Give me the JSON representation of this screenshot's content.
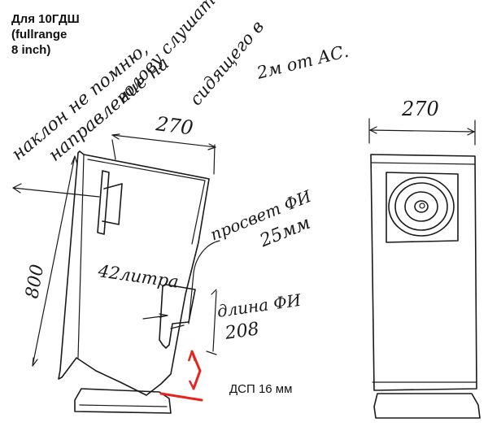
{
  "title": {
    "line1": "Для 10ГДШ",
    "line2": "(fullrange",
    "line3": "8 inch)"
  },
  "annotations": {
    "tilt_note": [
      "наклон не помню,",
      "направление на",
      "голову слушателя,",
      "сидящего в",
      "2м от АС."
    ],
    "port_gap": [
      "просвет ФИ",
      "25мм"
    ],
    "port_length": [
      "длина ФИ",
      "208"
    ],
    "volume": "42литра",
    "board": "ДСП 16 мм"
  },
  "dimensions": {
    "side_width": "270",
    "front_width": "270",
    "height": "800"
  },
  "colors": {
    "ink": "#1a1a1a",
    "accent": "#e8231e"
  }
}
